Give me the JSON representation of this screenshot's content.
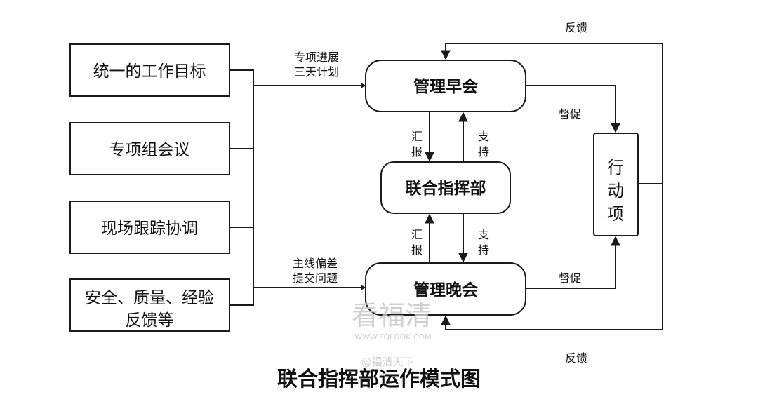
{
  "diagram": {
    "title": "联合指挥部运作模式图",
    "inputs": [
      "统一的工作目标",
      "专项组会议",
      "现场跟踪协调"
    ],
    "input_last": [
      "安全、质量、经验",
      "反馈等"
    ],
    "top_label": [
      "专项进展",
      "三天计划"
    ],
    "bottom_label": [
      "主线偏差",
      "提交问题"
    ],
    "morning_meeting": "管理早会",
    "command_center": "联合指挥部",
    "evening_meeting": "管理晚会",
    "report": [
      "汇",
      "报"
    ],
    "support": [
      "支",
      "持"
    ],
    "urge": "督促",
    "action": [
      "行",
      "动",
      "项"
    ],
    "feedback": "反馈"
  },
  "watermark": {
    "name": "看福清",
    "url": "WWW.FQLOOK.COM",
    "handle": "@福清天下"
  },
  "colors": {
    "stroke": "#1a1a1a",
    "watermark": "#c8c8c8"
  }
}
